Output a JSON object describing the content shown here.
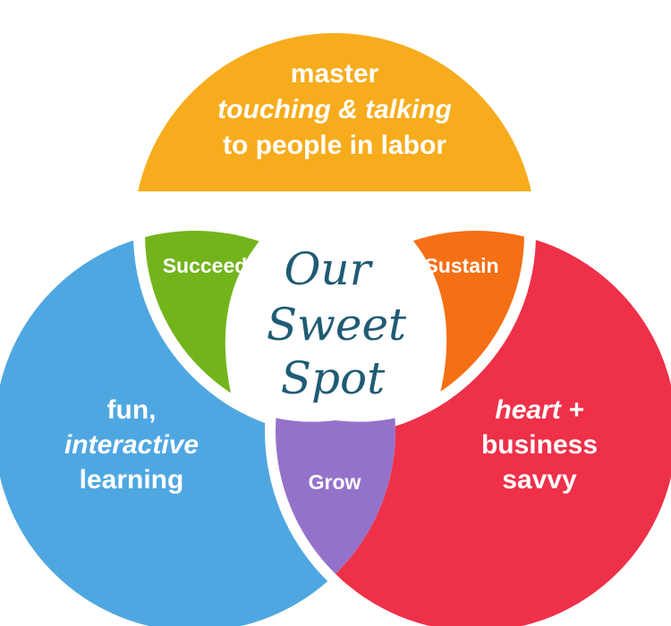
{
  "diagram": {
    "top": {
      "line1": "master",
      "line2": "touching & talking",
      "line3": "to people in labor"
    },
    "left": {
      "line1": "fun,",
      "line2": "interactive",
      "line3": "learning"
    },
    "right": {
      "line1": "heart +",
      "line2": "business",
      "line3": "savvy"
    },
    "overlaps": {
      "top_left": "Succeed",
      "top_right": "Sustain",
      "bottom": "Grow"
    },
    "center": {
      "line1": "Our",
      "line2": "Sweet",
      "line3": "Spot"
    },
    "colors": {
      "top": "#f7ac1d",
      "left": "#4fa7e1",
      "right": "#ef3049",
      "top_left": "#73b41c",
      "top_right": "#f56f14",
      "bottom": "#9572ca",
      "center_text": "#1f5b74"
    }
  }
}
